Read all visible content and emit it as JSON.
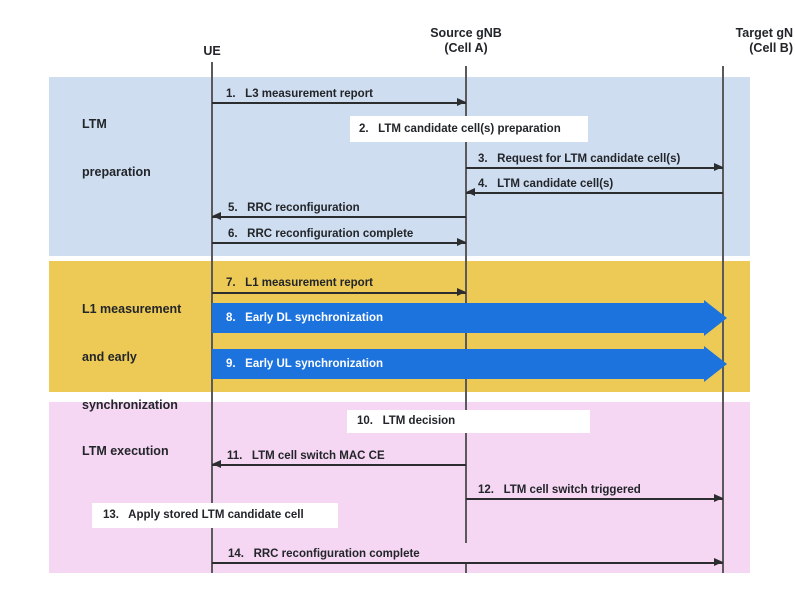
{
  "colors": {
    "band_blue": "#cfddf0",
    "band_yellow": "#edca55",
    "band_pink": "#f5d6f3",
    "sync_arrow_blue": "#1c73de",
    "line_dark": "#2c2d2f",
    "lifeline_gray": "#5a5a5c",
    "text_dark": "#222529",
    "box_white": "#ffffff"
  },
  "lifelines": [
    {
      "name": "UE",
      "sub": ""
    },
    {
      "name": "Source gNB",
      "sub": "(Cell A)"
    },
    {
      "name": "Target gN",
      "sub": "(Cell B)"
    }
  ],
  "phases": [
    {
      "name": "LTM preparation",
      "lines": [
        "LTM",
        "preparation"
      ]
    },
    {
      "name": "L1 measurement and early synchronization",
      "lines": [
        "L1 measurement",
        "and early",
        "synchronization"
      ]
    },
    {
      "name": "LTM execution",
      "lines": [
        "LTM execution"
      ]
    }
  ],
  "messages": [
    {
      "label": "1.   L3 measurement report",
      "from": "UE",
      "to": "Source gNB",
      "style": "arrow"
    },
    {
      "label": "2.   LTM candidate cell(s) preparation",
      "from": "Source gNB",
      "to": "Source gNB",
      "style": "white-box"
    },
    {
      "label": "3.   Request for LTM candidate cell(s)",
      "from": "Source gNB",
      "to": "Target gNB",
      "style": "arrow"
    },
    {
      "label": "4.   LTM candidate cell(s)",
      "from": "Target gNB",
      "to": "Source gNB",
      "style": "arrow"
    },
    {
      "label": "5.   RRC reconfiguration",
      "from": "Source gNB",
      "to": "UE",
      "style": "arrow"
    },
    {
      "label": "6.   RRC reconfiguration complete",
      "from": "UE",
      "to": "Source gNB",
      "style": "arrow"
    },
    {
      "label": "7.   L1 measurement report",
      "from": "UE",
      "to": "Source gNB",
      "style": "arrow"
    },
    {
      "label": "8.   Early DL synchronization",
      "from": "UE",
      "to": "Target gNB",
      "style": "blue-band-arrow"
    },
    {
      "label": "9.   Early UL synchronization",
      "from": "UE",
      "to": "Target gNB",
      "style": "blue-band-arrow"
    },
    {
      "label": "10.   LTM decision",
      "from": "Source gNB",
      "to": "Source gNB",
      "style": "white-box"
    },
    {
      "label": "11.   LTM cell switch MAC CE",
      "from": "Source gNB",
      "to": "UE",
      "style": "arrow"
    },
    {
      "label": "12.   LTM cell switch triggered",
      "from": "Source gNB",
      "to": "Target gNB",
      "style": "arrow"
    },
    {
      "label": "13.   Apply stored LTM candidate cell",
      "from": "UE",
      "to": "UE",
      "style": "white-box"
    },
    {
      "label": "14.   RRC reconfiguration complete",
      "from": "UE",
      "to": "Target gNB",
      "style": "arrow"
    }
  ]
}
